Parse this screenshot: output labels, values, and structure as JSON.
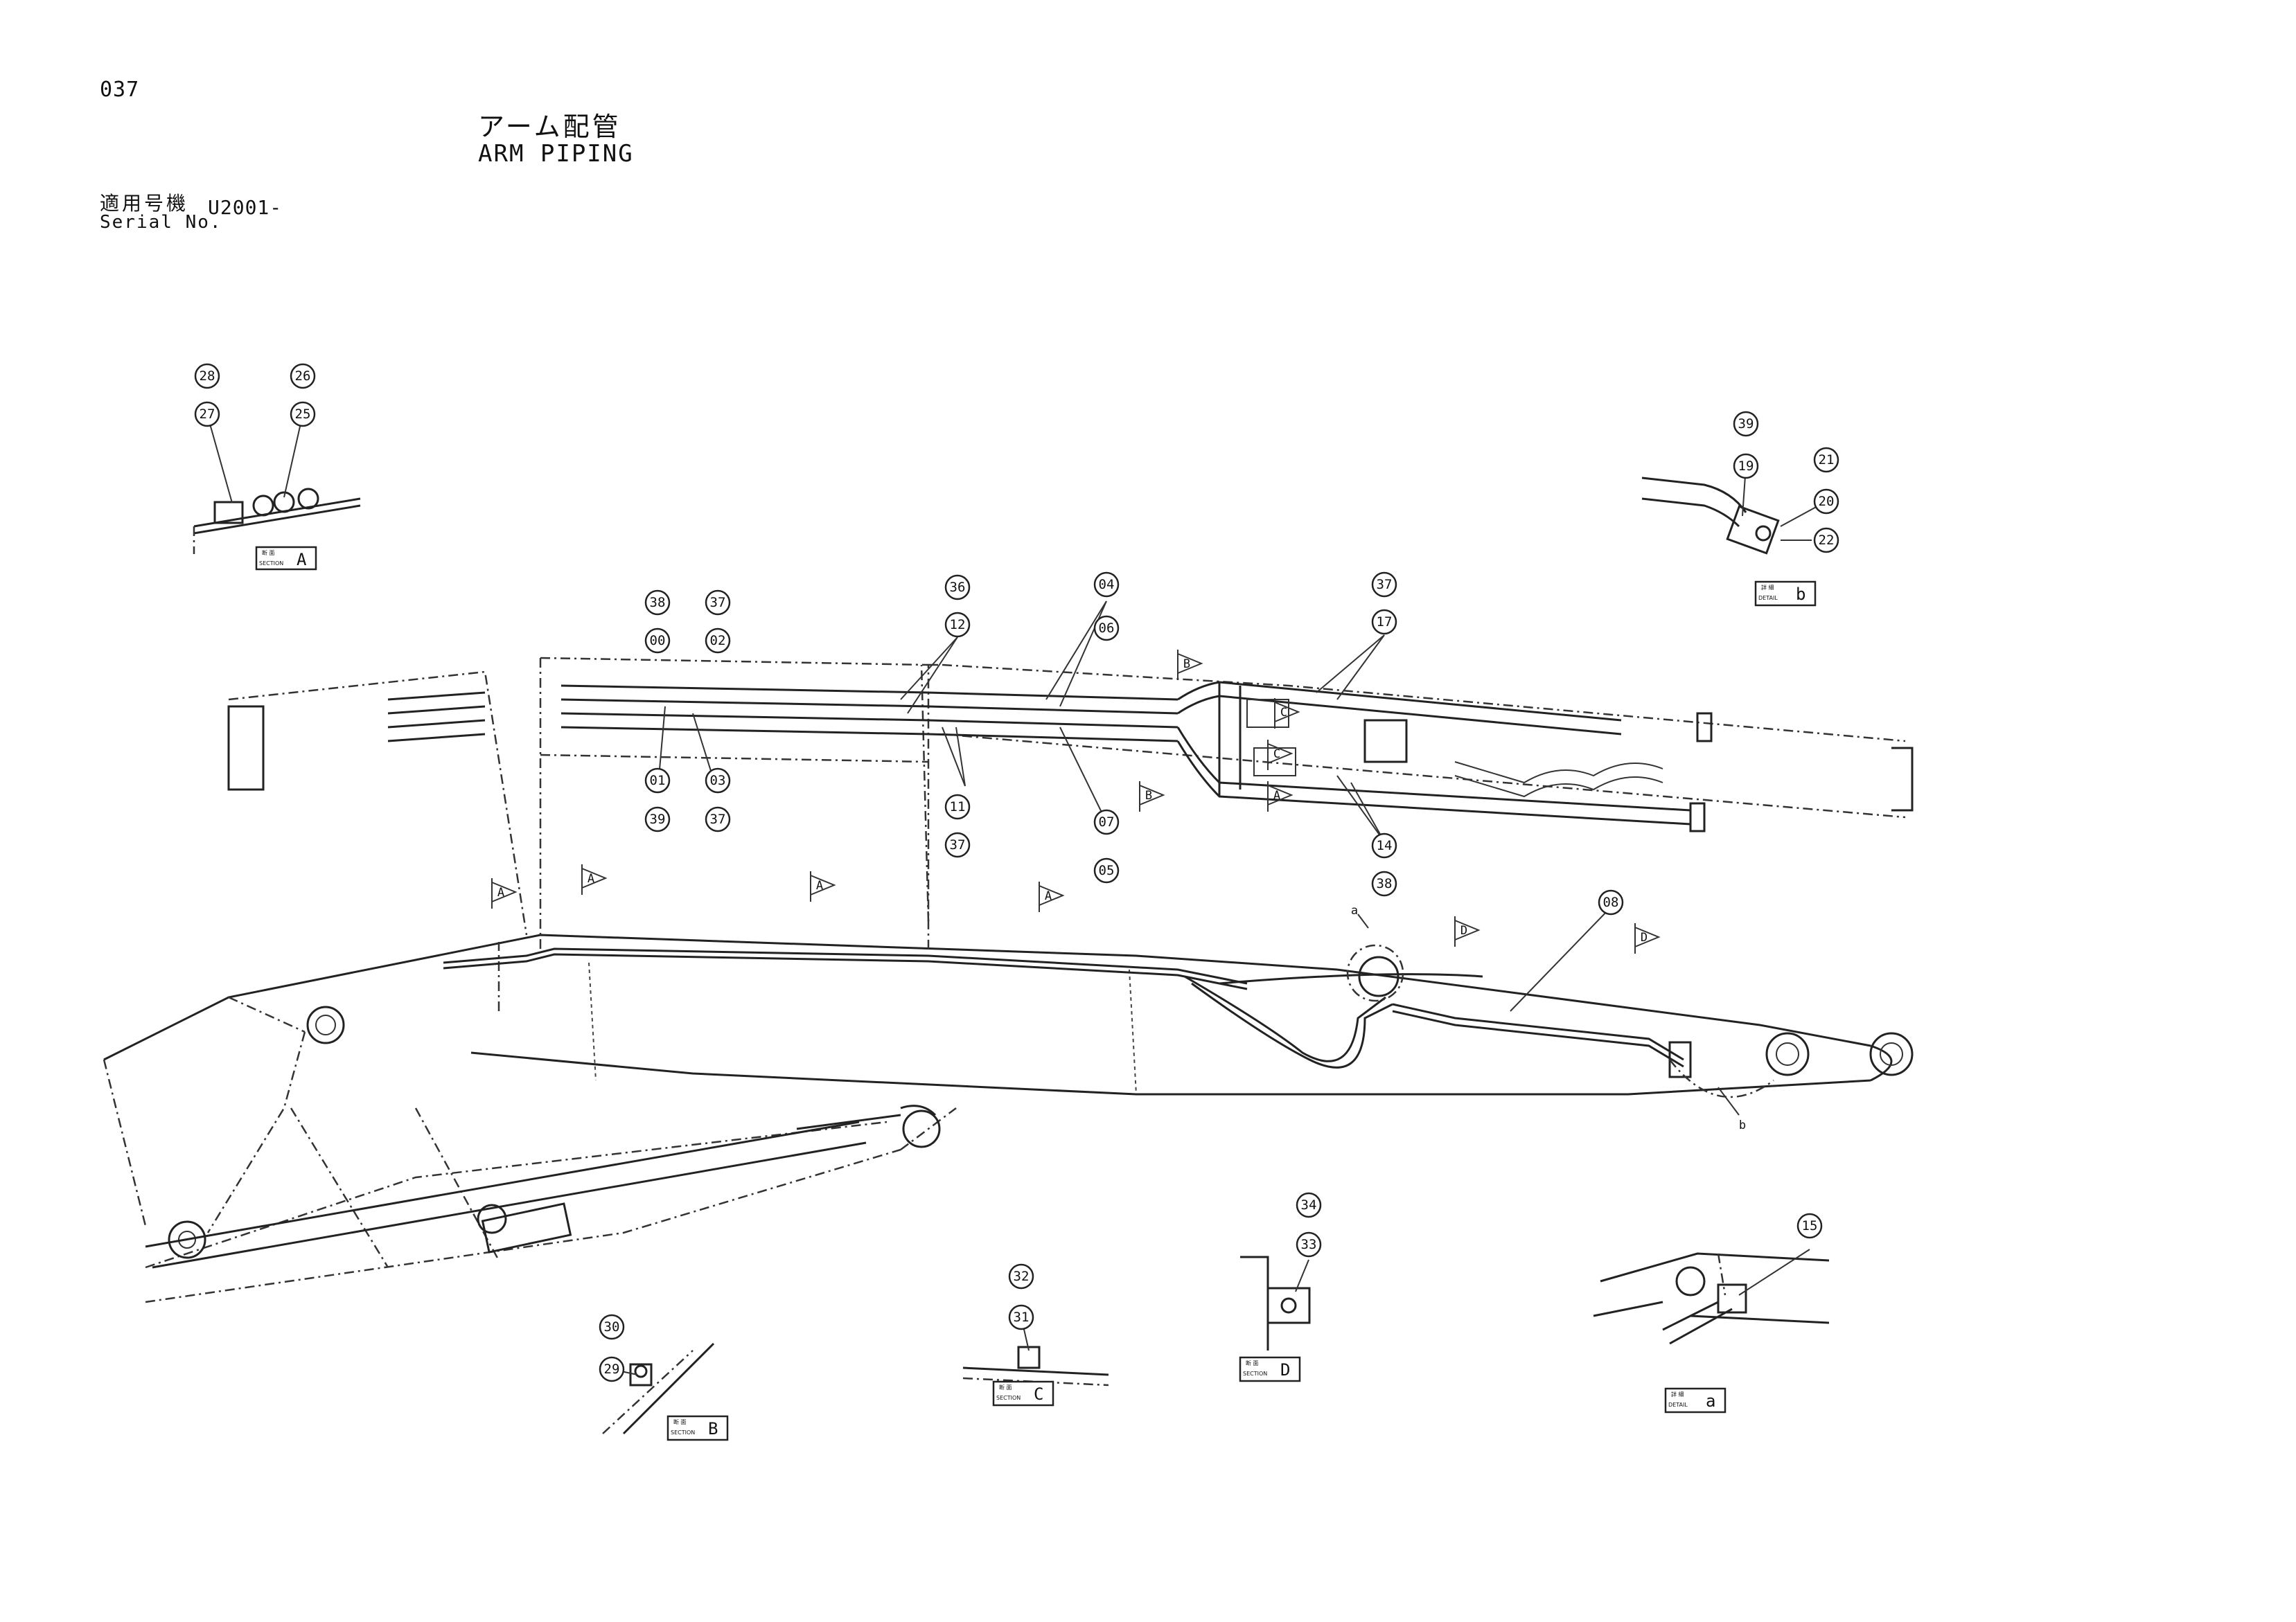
{
  "page": {
    "number": "037",
    "title_jp": "アーム配管",
    "title_en": "ARM PIPING",
    "serial_label_jp": "適用号機",
    "serial_label_en": "Serial No.",
    "serial_value": "U2001-"
  },
  "callouts": [
    "28",
    "27",
    "26",
    "25",
    "39",
    "19",
    "21",
    "20",
    "22",
    "38",
    "00",
    "37",
    "02",
    "01",
    "39",
    "03",
    "37",
    "36",
    "12",
    "11",
    "37",
    "04",
    "06",
    "07",
    "05",
    "37",
    "17",
    "14",
    "38",
    "08",
    "34",
    "33",
    "32",
    "31",
    "30",
    "29",
    "15"
  ],
  "section_views": {
    "section_a": {
      "kanji": "断 面",
      "word": "SECTION",
      "letter": "A"
    },
    "section_b": {
      "kanji": "断 面",
      "word": "SECTION",
      "letter": "B"
    },
    "section_c": {
      "kanji": "断 面",
      "word": "SECTION",
      "letter": "C"
    },
    "section_d": {
      "kanji": "断 面",
      "word": "SECTION",
      "letter": "D"
    },
    "detail_a": {
      "kanji": "詳 細",
      "word": "DETAIL",
      "letter": "a"
    },
    "detail_b": {
      "kanji": "詳 細",
      "word": "DETAIL",
      "letter": "b"
    }
  },
  "view_flags": [
    "A",
    "A",
    "A",
    "A",
    "A",
    "B",
    "B",
    "C",
    "C",
    "D",
    "D"
  ],
  "detail_marks": [
    "a",
    "b"
  ]
}
